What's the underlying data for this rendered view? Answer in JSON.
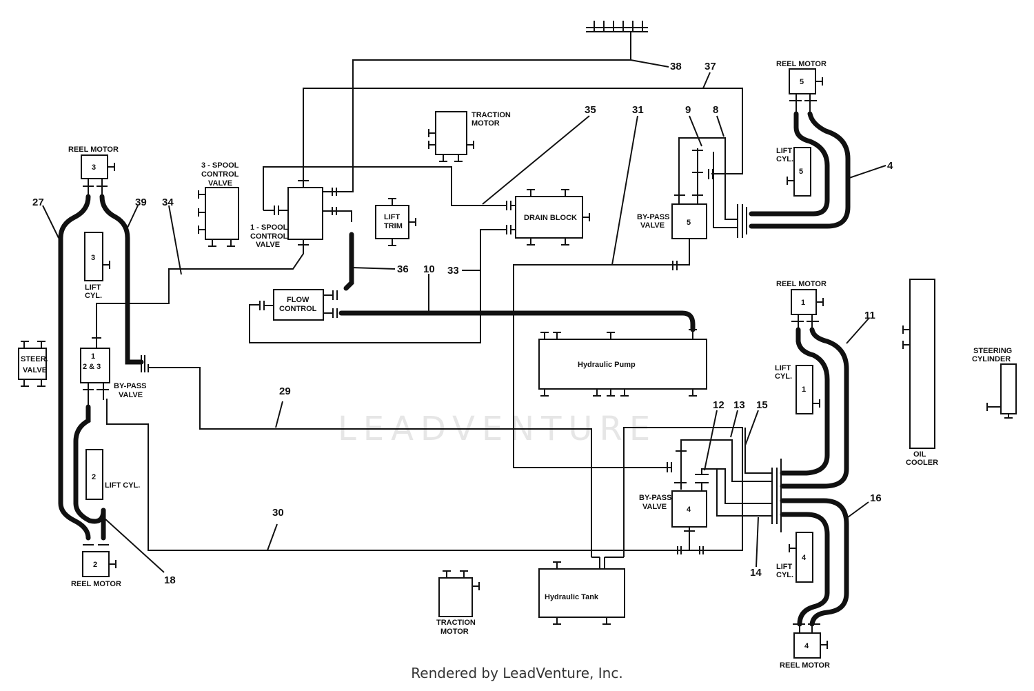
{
  "watermark": "LEADVENTURE",
  "footer": "Rendered by LeadVenture, Inc.",
  "components": {
    "reel_motor_3": {
      "title": "REEL MOTOR",
      "id": "3"
    },
    "lift_cyl_3": {
      "id": "3",
      "l1": "LIFT",
      "l2": "CYL."
    },
    "steer_valve": {
      "l1": "STEER.",
      "l2": "VALVE"
    },
    "bypass_123": {
      "top": "1",
      "mid": "2 & 3",
      "label1": "BY-PASS",
      "label2": "VALVE"
    },
    "lift_cyl_2": {
      "id": "2",
      "label": "LIFT CYL."
    },
    "reel_motor_2": {
      "id": "2",
      "title": "REEL MOTOR"
    },
    "three_spool": {
      "l1": "3 - SPOOL",
      "l2": "CONTROL",
      "l3": "VALVE"
    },
    "one_spool": {
      "l1": "1 - SPOOL",
      "l2": "CONTROL",
      "l3": "VALVE"
    },
    "traction_motor_top": {
      "l1": "TRACTION",
      "l2": "MOTOR"
    },
    "lift_trim": {
      "l1": "LIFT",
      "l2": "TRIM"
    },
    "drain_block": {
      "label": "DRAIN BLOCK"
    },
    "flow_control": {
      "l1": "FLOW",
      "l2": "CONTROL"
    },
    "hydraulic_pump": {
      "label": "Hydraulic Pump"
    },
    "reel_motor_5": {
      "title": "REEL MOTOR",
      "id": "5"
    },
    "lift_cyl_5": {
      "id": "5",
      "l1": "LIFT",
      "l2": "CYL."
    },
    "bypass_5": {
      "id": "5",
      "l1": "BY-PASS",
      "l2": "VALVE"
    },
    "reel_motor_1": {
      "title": "REEL MOTOR",
      "id": "1"
    },
    "lift_cyl_1": {
      "id": "1",
      "l1": "LIFT",
      "l2": "CYL."
    },
    "oil_cooler": {
      "l1": "OIL",
      "l2": "COOLER"
    },
    "steering_cylinder": {
      "l1": "STEERING",
      "l2": "CYLINDER"
    },
    "bypass_4": {
      "id": "4",
      "l1": "BY-PASS",
      "l2": "VALVE"
    },
    "lift_cyl_4": {
      "id": "4",
      "l1": "LIFT",
      "l2": "CYL."
    },
    "reel_motor_4": {
      "id": "4",
      "title": "REEL MOTOR"
    },
    "hydraulic_tank": {
      "label": "Hydraulic Tank"
    },
    "traction_motor_bottom": {
      "l1": "TRACTION",
      "l2": "MOTOR"
    }
  },
  "callouts": {
    "c38": "38",
    "c37": "37",
    "c35": "35",
    "c31": "31",
    "c9": "9",
    "c8": "8",
    "c4": "4",
    "c27": "27",
    "c39": "39",
    "c34": "34",
    "c36": "36",
    "c10": "10",
    "c33": "33",
    "c11": "11",
    "c29": "29",
    "c12": "12",
    "c13": "13",
    "c15": "15",
    "c16": "16",
    "c30": "30",
    "c18": "18",
    "c14": "14"
  }
}
